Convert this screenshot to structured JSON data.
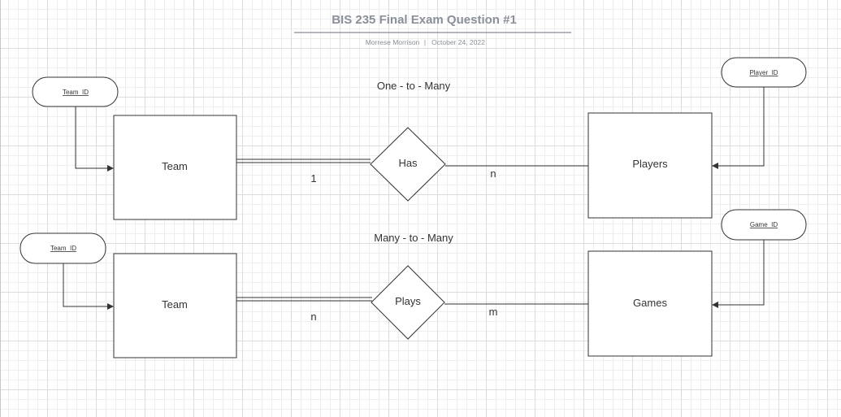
{
  "header": {
    "title": "BIS 235 Final Exam Question #1",
    "author": "Morrese Morrison",
    "separator": "|",
    "date": "October 24, 2022"
  },
  "relationships": {
    "one_to_many": {
      "label": "One - to - Many",
      "left_entity": "Team",
      "relationship": "Has",
      "right_entity": "Players",
      "left_cardinality": "1",
      "right_cardinality": "n",
      "left_attribute": "Team_ID",
      "right_attribute": "Player_ID"
    },
    "many_to_many": {
      "label": "Many - to - Many",
      "left_entity": "Team",
      "relationship": "Plays",
      "right_entity": "Games",
      "left_cardinality": "n",
      "right_cardinality": "m",
      "left_attribute": "Team_ID",
      "right_attribute": "Game_ID"
    }
  },
  "colors": {
    "title": "#8a8f99",
    "line": "#333333",
    "grid": "#dcdcdc"
  }
}
